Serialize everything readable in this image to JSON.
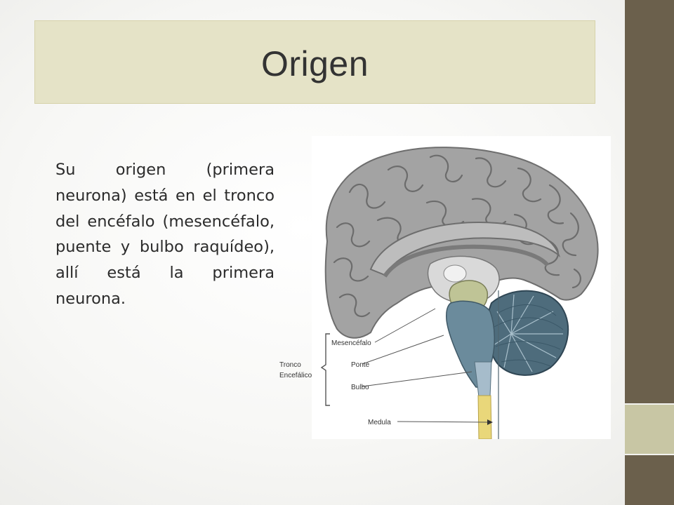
{
  "slide": {
    "title": "Origen",
    "body": "Su origen (primera neurona) está en el tronco del encéfalo (mesencéfalo, puente y bulbo raquídeo), allí está la primera neurona."
  },
  "diagram": {
    "group_label_line1": "Tronco",
    "group_label_line2": "Encefálico",
    "labels": [
      "Mesencéfalo",
      "Ponte",
      "Bulbo",
      "Medula"
    ]
  },
  "colors": {
    "title_bg": "#e5e3c7",
    "sidebar_dark": "#6b604c",
    "sidebar_light": "#c8c6a4",
    "brain_gray": "#9c9c9c",
    "brainstem_blue": "#6f8e9e",
    "spinal_yellow": "#e9d77a"
  }
}
